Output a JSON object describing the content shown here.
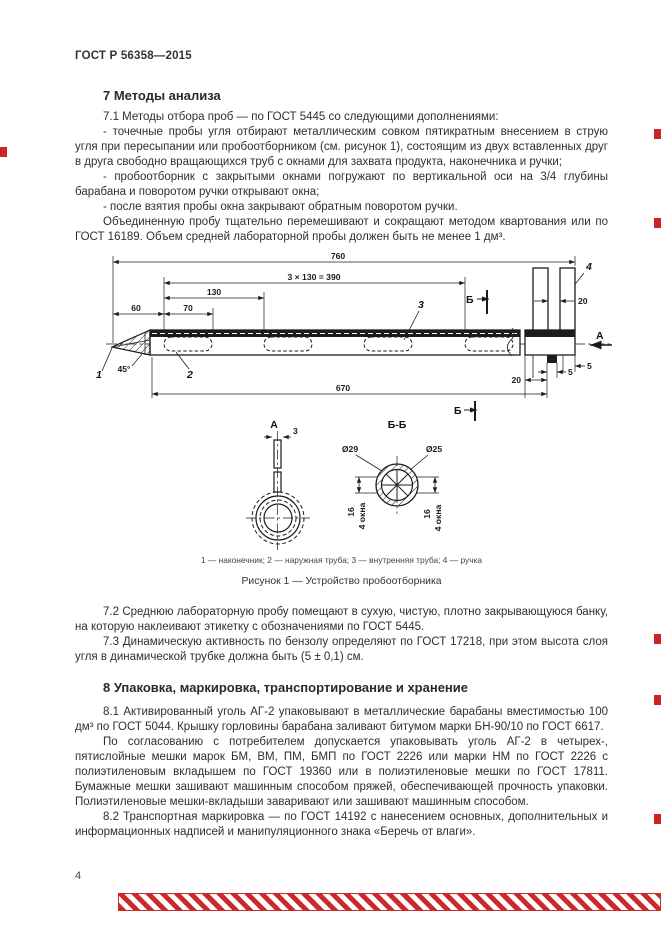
{
  "page": {
    "header": "ГОСТ Р 56358—2015",
    "page_number": "4"
  },
  "section7": {
    "heading": "7  Методы анализа",
    "p71": "7.1  Методы отбора проб — по ГОСТ 5445 со следующими дополнениями:",
    "b1": "- точечные пробы угля отбирают металлическим совком пятикратным внесением в струю угля при пересыпании или пробоотборником (см. рисунок 1), состоящим из двух вставленных друг в друга свободно вращающихся труб с окнами для захвата продукта, наконечника и ручки;",
    "b2": "- пробоотборник с закрытыми окнами погружают по вертикальной оси на 3/4 глубины барабана и поворотом ручки открывают окна;",
    "b3": "- после взятия пробы окна закрывают обратным поворотом ручки.",
    "p_united": "Объединенную пробу тщательно перемешивают и сокращают методом квартования или по ГОСТ 16189. Объем средней лабораторной пробы должен быть не менее 1 дм³.",
    "p72": "7.2  Среднюю лабораторную пробу помещают в сухую, чистую, плотно закрывающуюся банку, на которую наклеивают этикетку с обозначениями по ГОСТ 5445.",
    "p73": "7.3  Динамическую активность по бензолу определяют по ГОСТ 17218, при этом высота слоя угля в динамической трубке должна быть (5 ± 0,1) см."
  },
  "figure": {
    "legend": "1 — наконечник; 2 — наружная труба; 3 — внутренняя труба; 4 — ручка",
    "caption": "Рисунок 1 — Устройство пробоотборника",
    "dims": {
      "total_length": "760",
      "windows_span": "3 × 130 = 390",
      "window_spacing": "130",
      "window_length": "70",
      "tip_offset": "60",
      "tip_angle": "45°",
      "body_length": "670",
      "handle_gap": "20",
      "bottom_20": "20",
      "bottom_5a": "5",
      "bottom_5b": "5",
      "handle_width": "3",
      "outer_dia": "Ø29",
      "inner_dia": "Ø25",
      "window_height_left": "16",
      "windows_note_left": "4 окна",
      "window_height_right": "16",
      "windows_note_right": "4 окна"
    },
    "labels": {
      "part1": "1",
      "part2": "2",
      "part3": "3",
      "part4": "4",
      "section_b_top": "Б",
      "section_b_bottom": "Б",
      "arrow_a": "А",
      "view_a": "А",
      "section_bb": "Б-Б"
    }
  },
  "section8": {
    "heading": "8  Упаковка, маркировка, транспортирование и хранение",
    "p81a": "8.1  Активированный уголь АГ-2 упаковывают в металлические барабаны вместимостью 100 дм³ по ГОСТ 5044. Крышку горловины барабана заливают битумом марки БН-90/10 по ГОСТ 6617.",
    "p81b": "По согласованию с потребителем допускается упаковывать уголь АГ-2 в четырех-, пятислойные мешки марок БМ, ВМ, ПМ, БМП по ГОСТ 2226 или марки НМ по ГОСТ 2226 с полиэтиленовым вкладышем по ГОСТ 19360 или в полиэтиленовые мешки по ГОСТ 17811. Бумажные мешки зашивают машинным способом пряжей, обеспечивающей прочность упаковки. Полиэтиленовые мешки-вкладыши заваривают или зашивают машинным способом.",
    "p82": "8.2  Транспортная маркировка — по ГОСТ 14192 с нанесением основных, дополнительных и информационных надписей и манипуляционного знака «Беречь от влаги»."
  },
  "watermark": {
    "color": "#cc2424"
  }
}
